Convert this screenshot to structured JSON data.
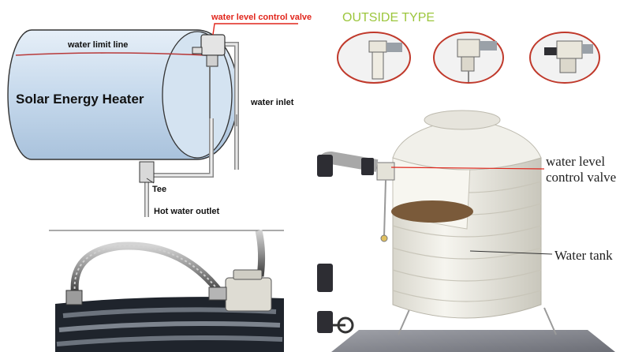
{
  "heater": {
    "title": "Solar Energy Heater",
    "limit_line_label": "water limit line",
    "valve_label": "water level control valve",
    "inlet_label": "water inlet",
    "tee_label": "Tee",
    "outlet_label": "Hot water outlet"
  },
  "outside": {
    "heading": "OUTSIDE TYPE"
  },
  "tank": {
    "valve_label_line1": "water level",
    "valve_label_line2": "control valve",
    "tank_label": "Water tank"
  },
  "colors": {
    "label_red": "#e1261c",
    "heading_green": "#9cc63c",
    "heater_blue": "#c9dcee",
    "tank_cream": "#efede4",
    "water_brown": "#7a5a3a"
  }
}
